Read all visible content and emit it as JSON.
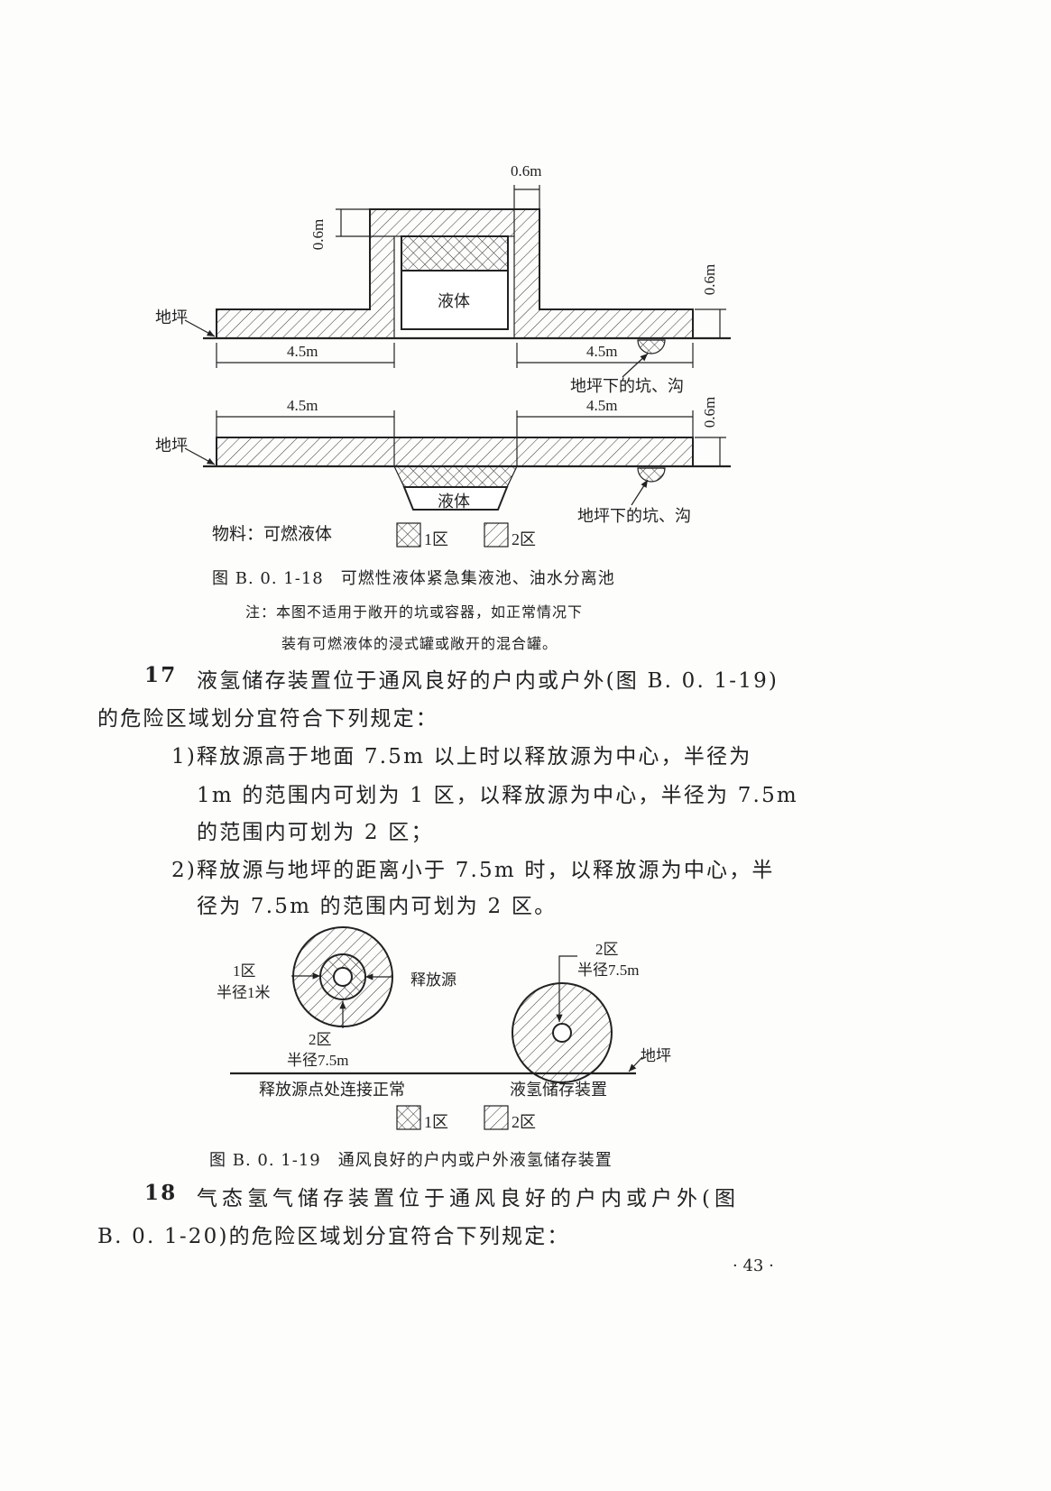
{
  "fig18": {
    "dims": {
      "top_wall": "0.6m",
      "side_wall": "0.6m",
      "right_height": "0.6m",
      "left_span": "4.5m",
      "right_span": "4.5m",
      "lower_left_span": "4.5m",
      "lower_right_span": "4.5m",
      "lower_height": "0.6m"
    },
    "ground_label": "地坪",
    "liquid_label": "液体",
    "pit_label": "地坪下的坑、沟",
    "material": "物料：可燃液体",
    "legend_zone1": "1区",
    "legend_zone2": "2区",
    "caption": "图 B. 0. 1-18　可燃性液体紧急集液池、油水分离池",
    "note_line1": "注：本图不适用于敞开的坑或容器，如正常情况下",
    "note_line2": "装有可燃液体的浸式罐或敞开的混合罐。"
  },
  "para17": {
    "num": "17",
    "line1": "液氢储存装置位于通风良好的户内或户外(图 B. 0. 1-19)",
    "line2": "的危险区域划分宜符合下列规定：",
    "item1_l1": "1)释放源高于地面 7.5m 以上时以释放源为中心，半径为",
    "item1_l2": "1m 的范围内可划为 1 区，以释放源为中心，半径为 7.5m",
    "item1_l3": "的范围内可划为 2 区；",
    "item2_l1": "2)释放源与地坪的距离小于 7.5m 时，以释放源为中心，半",
    "item2_l2": "径为 7.5m 的范围内可划为 2 区。"
  },
  "fig19": {
    "zone1_l1": "1区",
    "zone1_l2": "半径1米",
    "source": "释放源",
    "zone2a_l1": "2区",
    "zone2a_l2": "半径7.5m",
    "zone2b_l1": "2区",
    "zone2b_l2": "半径7.5m",
    "ground": "地坪",
    "left_title": "释放源点处连接正常",
    "right_title": "液氢储存装置",
    "legend_zone1": "1区",
    "legend_zone2": "2区",
    "caption": "图 B. 0. 1-19　通风良好的户内或户外液氢储存装置"
  },
  "para18": {
    "num": "18",
    "line1": "气态氢气储存装置位于通风良好的户内或户外(图",
    "line2": "B. 0. 1-20)的危险区域划分宜符合下列规定："
  },
  "page_number": "· 43 ·"
}
